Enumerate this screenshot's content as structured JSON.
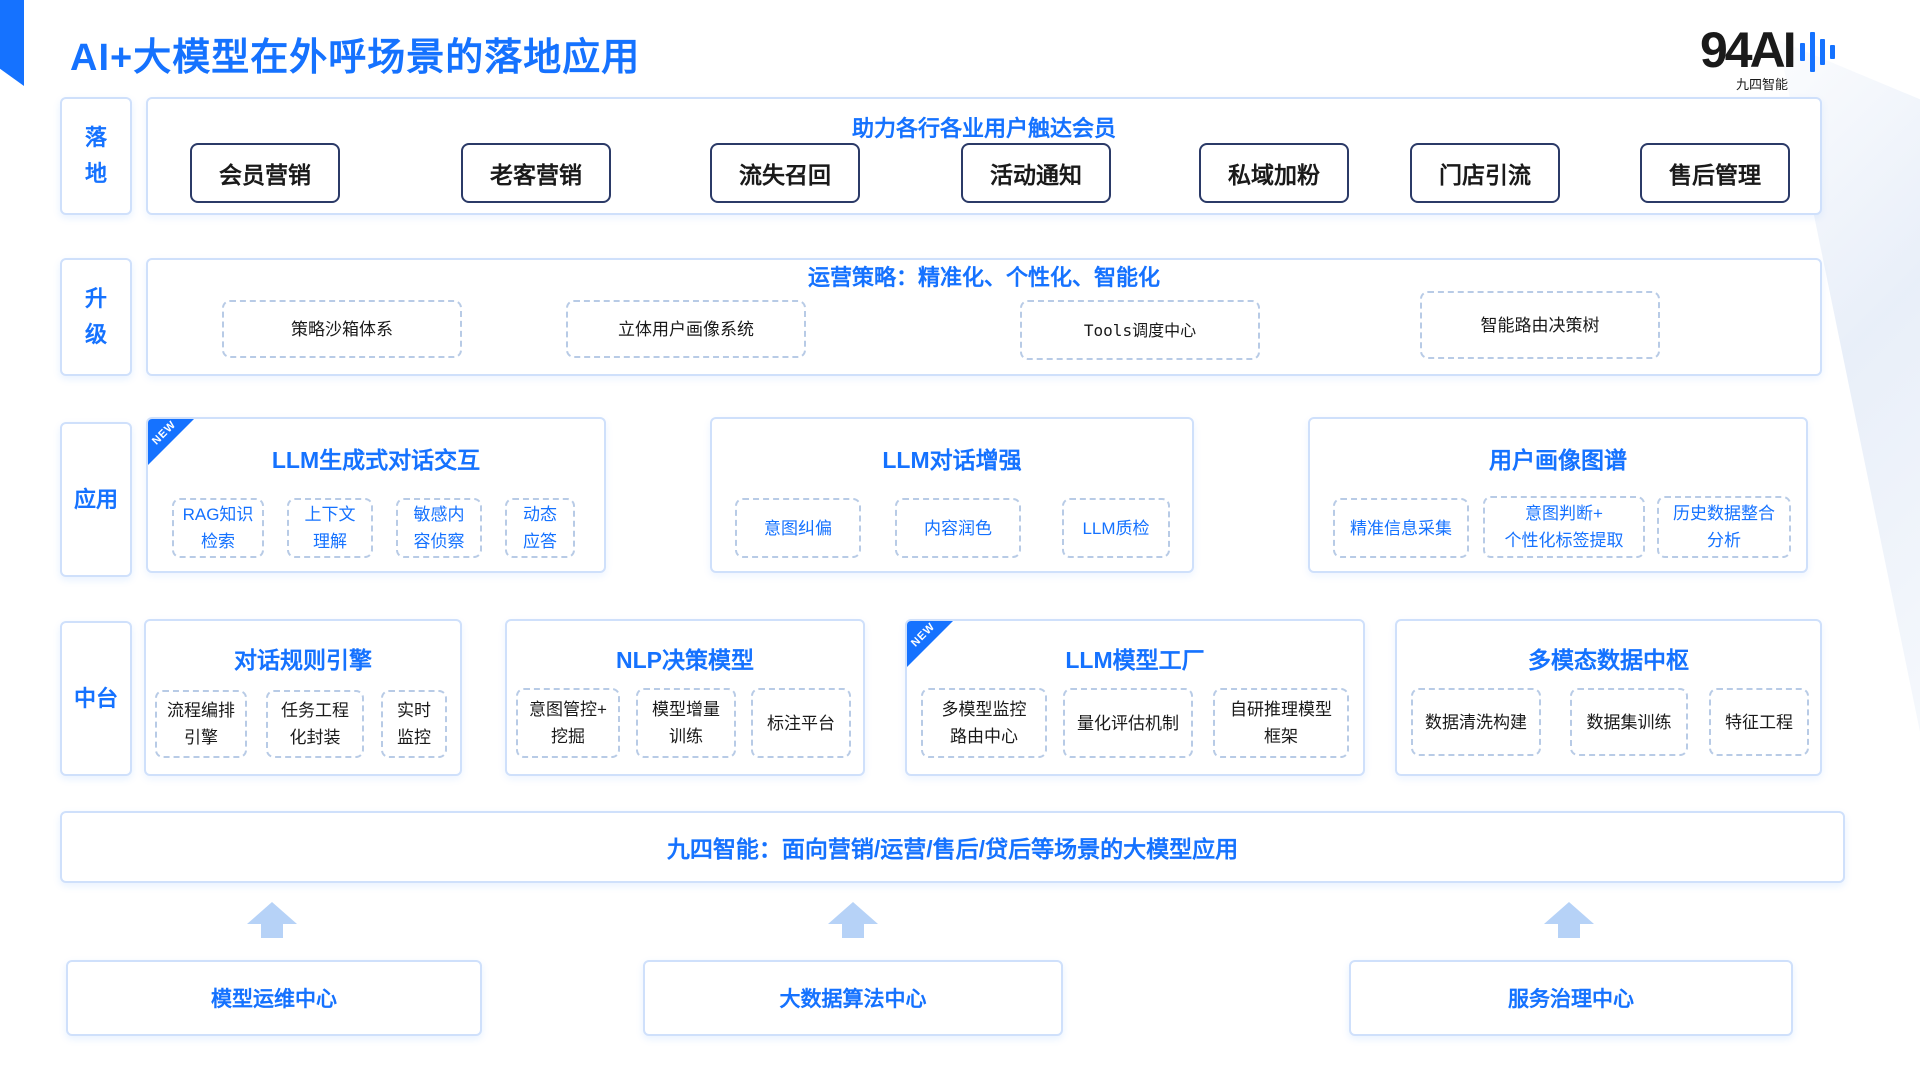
{
  "title": "AI+大模型在外呼场景的落地应用",
  "logo": {
    "text": "94AI",
    "sub": "九四智能"
  },
  "colors": {
    "accent": "#1572ff",
    "border": "#cfe0fb",
    "dashed": "#b8cbe6",
    "pill_border": "#2b3a67"
  },
  "rows": {
    "landing": {
      "label": "落地",
      "title": "助力各行各业用户触达会员",
      "items": [
        "会员营销",
        "老客营销",
        "流失召回",
        "活动通知",
        "私域加粉",
        "门店引流",
        "售后管理"
      ]
    },
    "upgrade": {
      "label": "升级",
      "title": "运营策略：精准化、个性化、智能化",
      "items": [
        "策略沙箱体系",
        "立体用户画像系统",
        "Tools调度中心",
        "智能路由决策树"
      ]
    },
    "application": {
      "label": "应用",
      "panels": [
        {
          "title": "LLM生成式对话交互",
          "badge": "NEW",
          "items": [
            "RAG知识\n检索",
            "上下文\n理解",
            "敏感内\n容侦察",
            "动态\n应答"
          ]
        },
        {
          "title": "LLM对话增强",
          "items": [
            "意图纠偏",
            "内容润色",
            "LLM质检"
          ]
        },
        {
          "title": "用户画像图谱",
          "items": [
            "精准信息采集",
            "意图判断+\n个性化标签提取",
            "历史数据整合\n分析"
          ]
        }
      ]
    },
    "middle": {
      "label": "中台",
      "panels": [
        {
          "title": "对话规则引擎",
          "items": [
            "流程编排\n引擎",
            "任务工程\n化封装",
            "实时\n监控"
          ]
        },
        {
          "title": "NLP决策模型",
          "items": [
            "意图管控+\n挖掘",
            "模型增量\n训练",
            "标注平台"
          ]
        },
        {
          "title": "LLM模型工厂",
          "badge": "NEW",
          "items": [
            "多模型监控\n路由中心",
            "量化评估机制",
            "自研推理模型\n框架"
          ]
        },
        {
          "title": "多模态数据中枢",
          "items": [
            "数据清洗构建",
            "数据集训练",
            "特征工程"
          ]
        }
      ]
    }
  },
  "banner": "九四智能：面向营销/运营/售后/贷后等场景的大模型应用",
  "centers": [
    "模型运维中心",
    "大数据算法中心",
    "服务治理中心"
  ]
}
